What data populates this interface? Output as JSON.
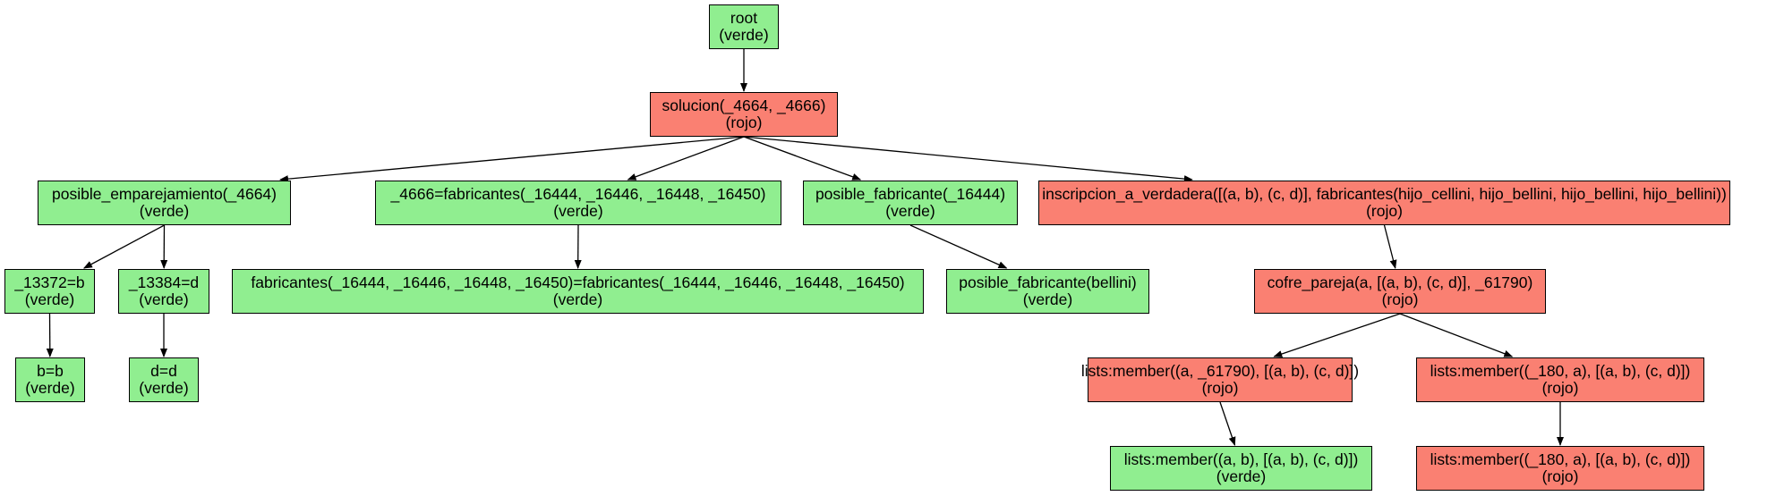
{
  "colors": {
    "verde": "#90ee90",
    "rojo": "#fa8072",
    "edge": "#000000"
  },
  "nodes": [
    {
      "id": "n_root",
      "label": "root",
      "status": "(verde)",
      "color": "verde"
    },
    {
      "id": "n_sol",
      "label": "solucion(_4664, _4666)",
      "status": "(rojo)",
      "color": "rojo"
    },
    {
      "id": "n_pe",
      "label": "posible_emparejamiento(_4664)",
      "status": "(verde)",
      "color": "verde"
    },
    {
      "id": "n_fab",
      "label": "_4666=fabricantes(_16444, _16446, _16448, _16450)",
      "status": "(verde)",
      "color": "verde"
    },
    {
      "id": "n_pf",
      "label": "posible_fabricante(_16444)",
      "status": "(verde)",
      "color": "verde"
    },
    {
      "id": "n_iv",
      "label": "inscripcion_a_verdadera([(a, b), (c, d)], fabricantes(hijo_cellini, hijo_bellini, hijo_bellini, hijo_bellini))",
      "status": "(rojo)",
      "color": "rojo"
    },
    {
      "id": "n_13372",
      "label": "_13372=b",
      "status": "(verde)",
      "color": "verde"
    },
    {
      "id": "n_13384",
      "label": "_13384=d",
      "status": "(verde)",
      "color": "verde"
    },
    {
      "id": "n_fabeq",
      "label": "fabricantes(_16444, _16446, _16448, _16450)=fabricantes(_16444, _16446, _16448, _16450)",
      "status": "(verde)",
      "color": "verde"
    },
    {
      "id": "n_pfb",
      "label": "posible_fabricante(bellini)",
      "status": "(verde)",
      "color": "verde"
    },
    {
      "id": "n_cp",
      "label": "cofre_pareja(a, [(a, b), (c, d)], _61790)",
      "status": "(rojo)",
      "color": "rojo"
    },
    {
      "id": "n_bb",
      "label": "b=b",
      "status": "(verde)",
      "color": "verde"
    },
    {
      "id": "n_dd",
      "label": "d=d",
      "status": "(verde)",
      "color": "verde"
    },
    {
      "id": "n_lm1",
      "label": "lists:member((a, _61790), [(a, b), (c, d)])",
      "status": "(rojo)",
      "color": "rojo"
    },
    {
      "id": "n_lm2",
      "label": "lists:member((_180, a), [(a, b), (c, d)])",
      "status": "(rojo)",
      "color": "rojo"
    },
    {
      "id": "n_lm3",
      "label": "lists:member((a, b), [(a, b), (c, d)])",
      "status": "(verde)",
      "color": "verde"
    },
    {
      "id": "n_lm4",
      "label": "lists:member((_180, a), [(a, b), (c, d)])",
      "status": "(rojo)",
      "color": "rojo"
    }
  ],
  "edges": [
    {
      "from": "n_root",
      "to": "n_sol"
    },
    {
      "from": "n_sol",
      "to": "n_pe"
    },
    {
      "from": "n_sol",
      "to": "n_fab"
    },
    {
      "from": "n_sol",
      "to": "n_pf"
    },
    {
      "from": "n_sol",
      "to": "n_iv"
    },
    {
      "from": "n_pe",
      "to": "n_13372"
    },
    {
      "from": "n_pe",
      "to": "n_13384"
    },
    {
      "from": "n_13372",
      "to": "n_bb"
    },
    {
      "from": "n_13384",
      "to": "n_dd"
    },
    {
      "from": "n_fab",
      "to": "n_fabeq"
    },
    {
      "from": "n_pf",
      "to": "n_pfb"
    },
    {
      "from": "n_iv",
      "to": "n_cp"
    },
    {
      "from": "n_cp",
      "to": "n_lm1"
    },
    {
      "from": "n_cp",
      "to": "n_lm2"
    },
    {
      "from": "n_lm1",
      "to": "n_lm3"
    },
    {
      "from": "n_lm2",
      "to": "n_lm4"
    }
  ]
}
